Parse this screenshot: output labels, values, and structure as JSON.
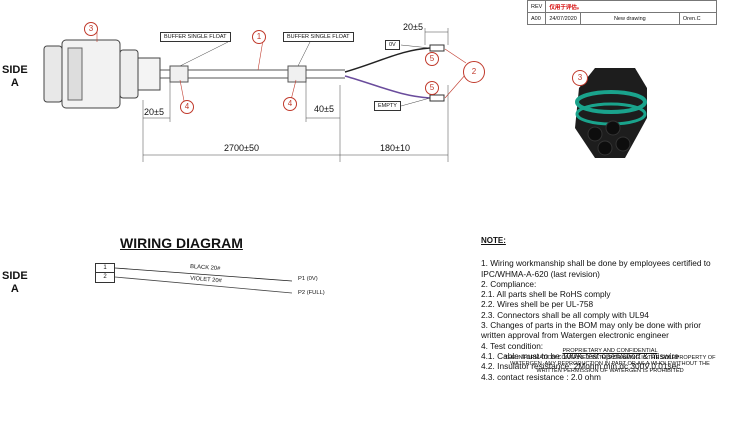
{
  "revision_table": {
    "header_label": "REV",
    "header_value": "仅用于评估。",
    "row": {
      "rev": "A00",
      "date": "24/07/2020",
      "desc": "New drawing",
      "by": "Oren.C"
    }
  },
  "cable_drawing": {
    "side_label": "SIDE",
    "side_letter": "A",
    "buffer_label_1": "BUFFER SINGLE FLOAT",
    "buffer_label_2": "BUFFER SINGLE FLOAT",
    "wire_label_0v": "0V",
    "wire_label_empty": "EMPTY",
    "dims": {
      "top": "20±5",
      "left": "20±5",
      "right": "40±5",
      "length": "2700±50",
      "tail": "180±10"
    },
    "balloons": {
      "connector": "3",
      "cable": "1",
      "buffer_left": "4",
      "buffer_right": "4",
      "terminal_top": "5",
      "terminal_bottom": "5",
      "wire_end": "2",
      "photo": "3"
    }
  },
  "wiring_diagram": {
    "title": "WIRING DIAGRAM",
    "side_label": "SIDE",
    "side_letter": "A",
    "pin1": "1",
    "pin2": "2",
    "wire1": "BLACK 20#",
    "wire2": "VIOLET 20#",
    "end1": "P1 (0V)",
    "end2": "P2 (FULL)"
  },
  "notes": {
    "heading": "NOTE:",
    "lines": [
      "1. Wiring workmanship shall be done by employees certified to",
      "IPC/WHMA-A-620 (last revision)",
      "2. Compliance:",
      "  2.1.  All parts shell be RoHS comply",
      "  2.2. Wires shell be per UL-758",
      "  2.3. Connectors shall be all comply with UL94",
      "3. Changes of parts in the BOM may only be done with prior",
      "written approval from Watergen electronic engineer",
      "4. Test condition:",
      "  4.1. Cable must to be 100% test open/short & miswire",
      "  4.2. Insulator resistance: 2Mohm min,dc 300V,0.01sec",
      "  4.3. contact resistance : 2.0 ohm"
    ]
  },
  "proprietary": {
    "title": "PROPRIETARY AND CONFIDENTIAL",
    "line1": "THE INFORMATION CONTAINED IN THIS DRAWING IS THE SOLEPROPERTY OF",
    "line2": "WATERGEN. ANY REPRODUCTION IN PART OR AS A WHOLEWITHOUT THE",
    "line3": "WRITTEN PERMISSION OF WATERGEN IS PROHIBITED"
  },
  "colors": {
    "balloon": "#c0392b",
    "wire_violet": "#6a4c9c",
    "wire_black": "#222222",
    "connector_teal": "#1aa38c"
  }
}
